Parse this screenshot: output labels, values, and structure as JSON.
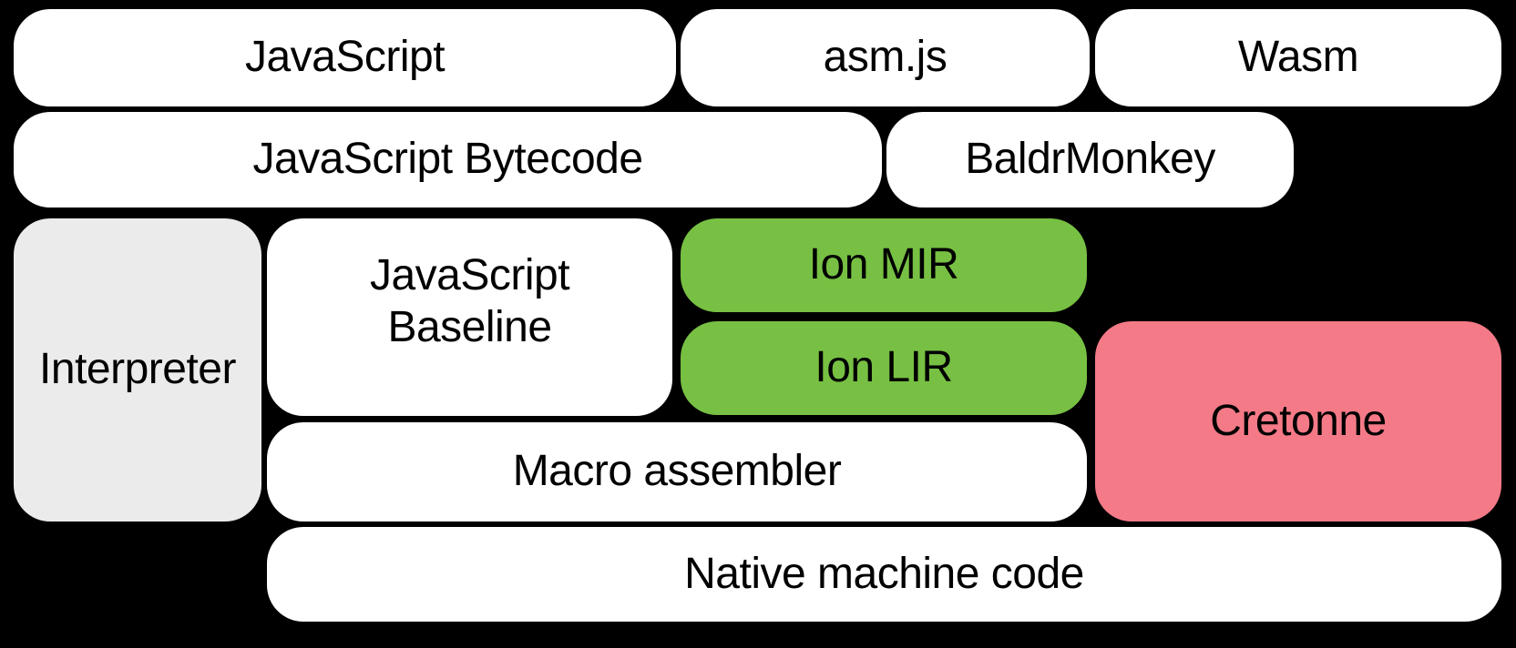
{
  "diagram": {
    "background": "#000000",
    "text_color": "#000000",
    "colors": {
      "default_box": "#ffffff",
      "interpreter_box": "#ebebeb",
      "ion_box": "#77c043",
      "cretonne_box": "#f47a87"
    },
    "nodes": {
      "javascript": {
        "label": "JavaScript"
      },
      "asmjs": {
        "label": "asm.js"
      },
      "wasm": {
        "label": "Wasm"
      },
      "bytecode": {
        "label": "JavaScript Bytecode"
      },
      "baldrmonkey": {
        "label": "BaldrMonkey"
      },
      "interpreter": {
        "label": "Interpreter"
      },
      "baseline": {
        "label": "JavaScript Baseline"
      },
      "ion_mir": {
        "label": "Ion MIR"
      },
      "ion_lir": {
        "label": "Ion LIR"
      },
      "cretonne": {
        "label": "Cretonne"
      },
      "macro_assembler": {
        "label": "Macro assembler"
      },
      "native_machine_code": {
        "label": "Native machine code"
      }
    }
  }
}
